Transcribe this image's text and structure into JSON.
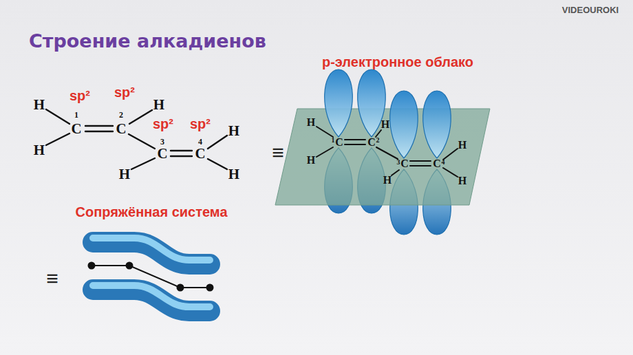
{
  "diagram": {
    "title": "Строение алкадиенов",
    "labels": [
      "sp²",
      "sp²",
      "sp²",
      "sp²",
      "H",
      "1",
      "C",
      "2",
      "C",
      "H",
      "H",
      "3",
      "C",
      "4",
      "C",
      "H",
      "H",
      "H",
      "≡",
      "р-электронное облако",
      "H",
      "H",
      "1",
      "C",
      "2",
      "C",
      "H",
      "H",
      "3",
      "C",
      "4",
      "C",
      "H",
      "H",
      "Сопряжённая система",
      "≡",
      "VIDEOUROKI"
    ]
  }
}
